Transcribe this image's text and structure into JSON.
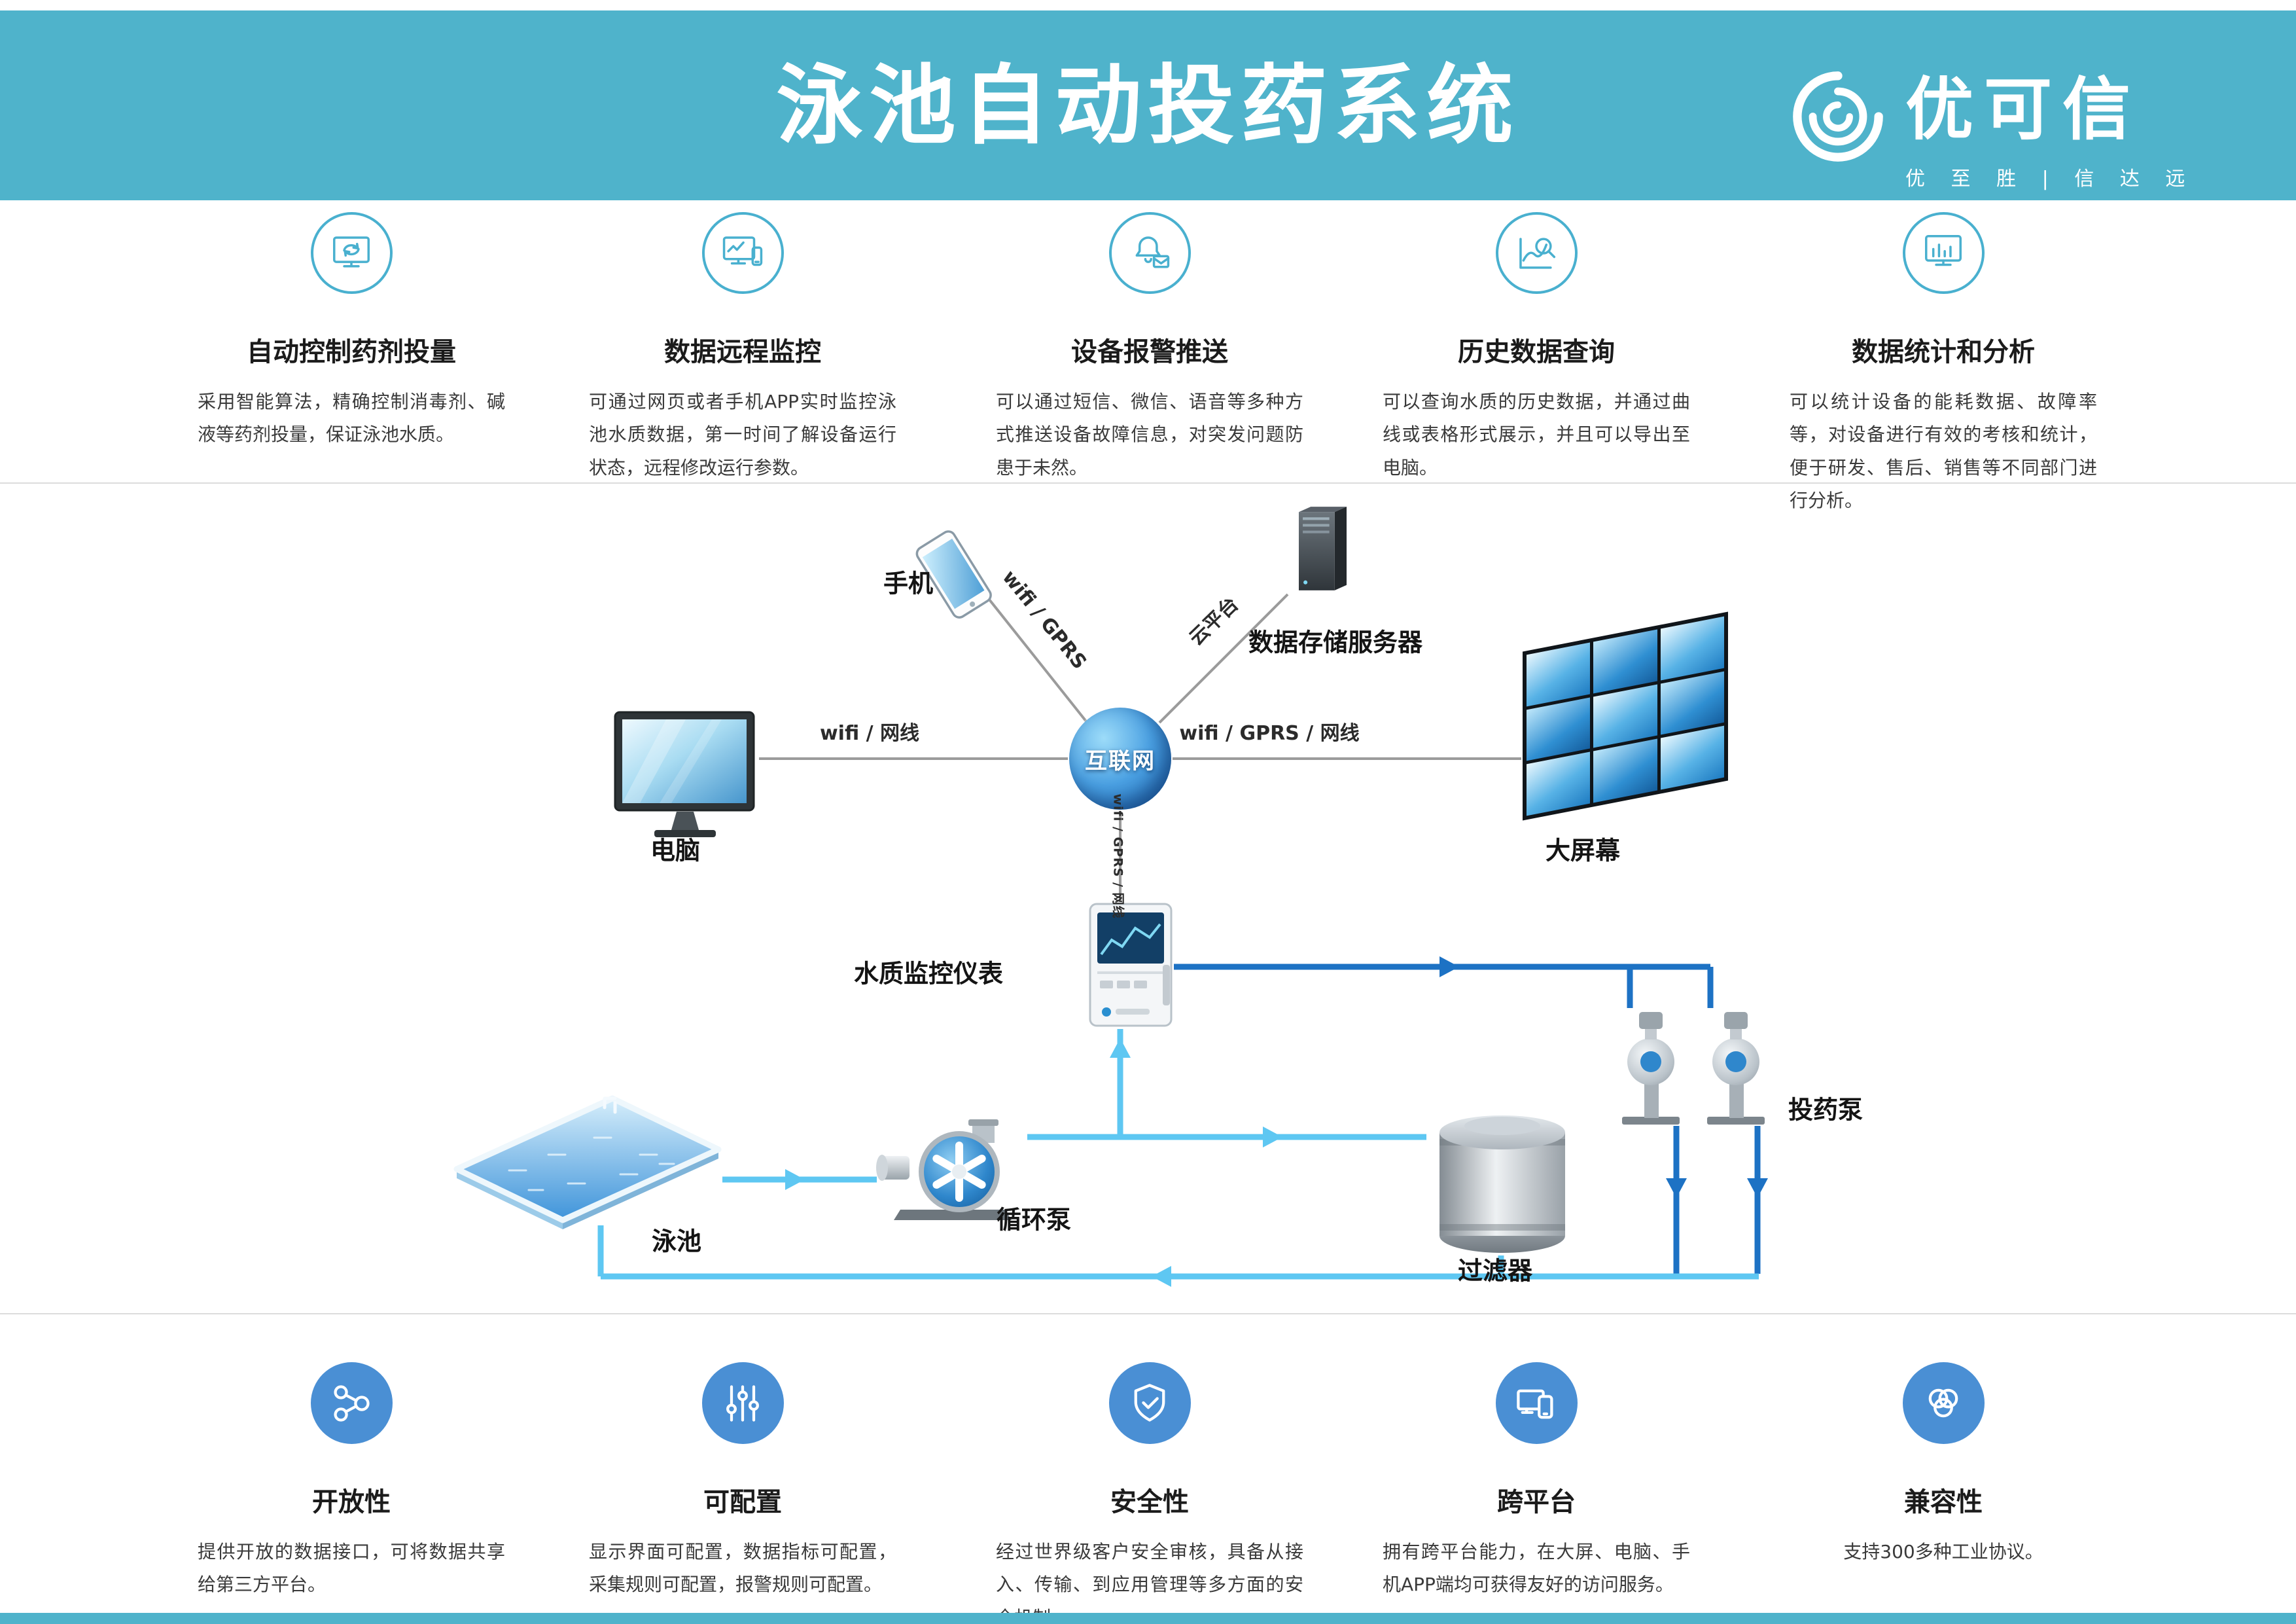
{
  "header": {
    "title": "泳池自动投药系统",
    "brand": "优可信",
    "tagline": "优 至 胜 | 信 达 远"
  },
  "top_features": [
    {
      "title": "自动控制药剂投量",
      "desc": "采用智能算法，精确控制消毒剂、碱液等药剂投量，保证泳池水质。",
      "icon": "dosing-control-icon"
    },
    {
      "title": "数据远程监控",
      "desc": "可通过网页或者手机APP实时监控泳池水质数据，第一时间了解设备运行状态，远程修改运行参数。",
      "icon": "remote-monitor-icon"
    },
    {
      "title": "设备报警推送",
      "desc": "可以通过短信、微信、语音等多种方式推送设备故障信息，对突发问题防患于未然。",
      "icon": "alarm-push-icon"
    },
    {
      "title": "历史数据查询",
      "desc": "可以查询水质的历史数据，并通过曲线或表格形式展示，并且可以导出至电脑。",
      "icon": "history-query-icon"
    },
    {
      "title": "数据统计和分析",
      "desc": "可以统计设备的能耗数据、故障率等，对设备进行有效的考核和统计，便于研发、售后、销售等不同部门进行分析。",
      "icon": "statistics-icon"
    }
  ],
  "diagram": {
    "nodes": {
      "phone": "手机",
      "server": "数据存储服务器",
      "computer": "电脑",
      "internet": "互联网",
      "big_screen": "大屏幕",
      "water_monitor": "水质监控仪表",
      "dosing_pump": "投药泵",
      "pool": "泳池",
      "circulation_pump": "循环泵",
      "filter": "过滤器"
    },
    "links": {
      "phone_link": "wifi / GPRS",
      "cloud_link": "云平台",
      "computer_link": "wifi / 网线",
      "screen_link": "wifi / GPRS / 网线",
      "monitor_link": "wifi / GPRS / 网线"
    }
  },
  "bottom_features": [
    {
      "title": "开放性",
      "desc": "提供开放的数据接口，可将数据共享给第三方平台。",
      "icon": "openness-share-icon"
    },
    {
      "title": "可配置",
      "desc": "显示界面可配置，数据指标可配置，采集规则可配置，报警规则可配置。",
      "icon": "configurable-sliders-icon"
    },
    {
      "title": "安全性",
      "desc": "经过世界级客户安全审核，具备从接入、传输、到应用管理等多方面的安全机制。",
      "icon": "security-shield-icon"
    },
    {
      "title": "跨平台",
      "desc": "拥有跨平台能力，在大屏、电脑、手机APP端均可获得友好的访问服务。",
      "icon": "cross-platform-icon"
    },
    {
      "title": "兼容性",
      "desc": "支持300多种工业协议。",
      "icon": "compatibility-icon"
    }
  ],
  "colors": {
    "header_teal": "#4fb3cb",
    "icon_teal": "#49b0cf",
    "feature_blue": "#4a8fd4",
    "line_gray": "#9b9b9b",
    "pipe_dark_blue": "#1d72c4",
    "pipe_light_blue": "#5ec7f2"
  }
}
